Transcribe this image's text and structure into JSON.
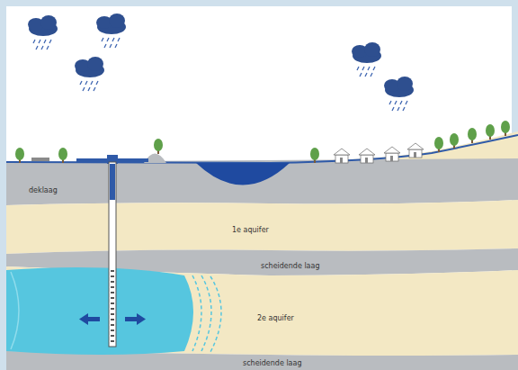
{
  "diagram": {
    "labels": [
      "deklaag",
      "1e aquifer",
      "scheidende laag",
      "2e aquifer",
      "scheidende laag"
    ]
  }
}
